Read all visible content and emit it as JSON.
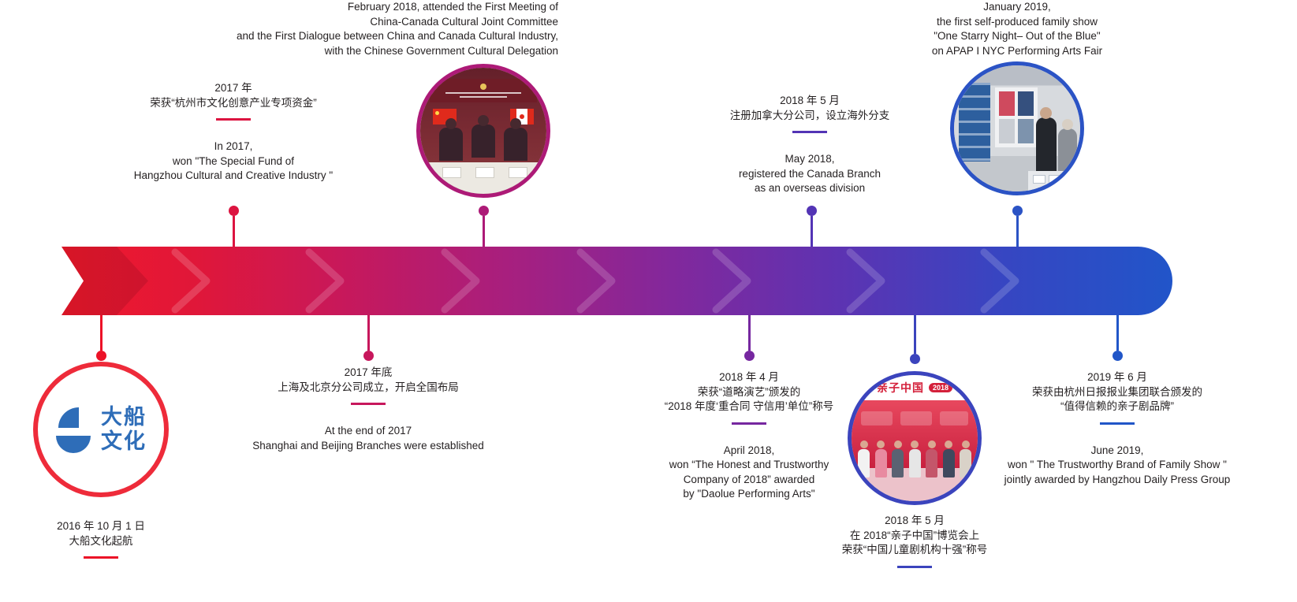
{
  "page": {
    "title_zh": "大船文化",
    "description": "Dachuan Culture company development timeline 2016-2019"
  },
  "ribbon": {
    "gradient": [
      "#f1182b",
      "#e01739",
      "#c8185a",
      "#a81f7e",
      "#82289c",
      "#5d33b2",
      "#3646c2",
      "#2155c9"
    ]
  },
  "logo": {
    "name_line1": "大船",
    "name_line2": "文化",
    "ring_color": "#ee2b3a",
    "blue": "#2e6db8"
  },
  "above": [
    {
      "id": "2017-special-fund",
      "zh_lines": [
        "2017 年",
        "荣获“杭州市文化创意产业专项资金”"
      ],
      "en_lines": [
        "In 2017,",
        "won \"The Special Fund of",
        "Hangzhou Cultural and Creative Industry \""
      ],
      "color": "#dc1440"
    },
    {
      "id": "2018-feb-china-canada",
      "en_lines": [
        "February 2018, attended the First Meeting of",
        "China-Canada Cultural Joint Committee",
        "and the First Dialogue between China and Canada Cultural Industry,",
        "with the Chinese Government Cultural Delegation"
      ],
      "color": "#ad1a77",
      "photo": "china-canada-meeting"
    },
    {
      "id": "2018-may-canada-branch",
      "zh_lines": [
        "2018 年 5 月",
        "注册加拿大分公司，设立海外分支"
      ],
      "en_lines": [
        "May 2018,",
        "registered the Canada Branch",
        "as an overseas division"
      ],
      "color": "#5334b5"
    },
    {
      "id": "2019-jan-apap",
      "en_lines": [
        "January 2019,",
        "the first self-produced family show",
        "\"One Starry Night– Out of the Blue\"",
        "on APAP I NYC Performing Arts Fair"
      ],
      "color": "#2b53c5",
      "photo": "apap-nyc-fair"
    }
  ],
  "below": [
    {
      "id": "2016-founding",
      "zh_lines": [
        "2016 年 10 月 1 日",
        "大船文化起航"
      ],
      "color": "#ec1227"
    },
    {
      "id": "2017-branches",
      "zh_lines": [
        "2017 年底",
        "上海及北京分公司成立，开启全国布局"
      ],
      "en_lines": [
        "At the end of 2017",
        "Shanghai and Beijing Branches were established"
      ],
      "color": "#c7175c"
    },
    {
      "id": "2018-apr-honest-trustworthy",
      "zh_lines": [
        "2018 年 4 月",
        "荣获“道略演艺”颁发的",
        "“2018 年度‘重合同 守信用’单位”称号"
      ],
      "en_lines": [
        "April 2018,",
        "won “The Honest and Trustworthy",
        "Company of 2018” awarded",
        "by \"Daolue Performing Arts\""
      ],
      "color": "#7627a0"
    },
    {
      "id": "2018-may-expo-top10",
      "zh_lines": [
        "2018 年 5 月",
        "在 2018“亲子中国”博览会上",
        "荣获“中国儿童剧机构十强”称号"
      ],
      "color": "#3b44bd",
      "photo": "parent-child-china-expo"
    },
    {
      "id": "2019-jun-trustworthy-brand",
      "zh_lines": [
        "2019 年 6 月",
        "荣获由杭州日报报业集团联合颁发的",
        "“值得信赖的亲子剧品牌”"
      ],
      "en_lines": [
        "June 2019,",
        "won \" The Trustworthy Brand of Family Show \"",
        "jointly awarded by Hangzhou Daily Press Group"
      ],
      "color": "#2156c8"
    }
  ],
  "photos": {
    "expo": {
      "title": "亲子中国",
      "year": "2018"
    }
  }
}
